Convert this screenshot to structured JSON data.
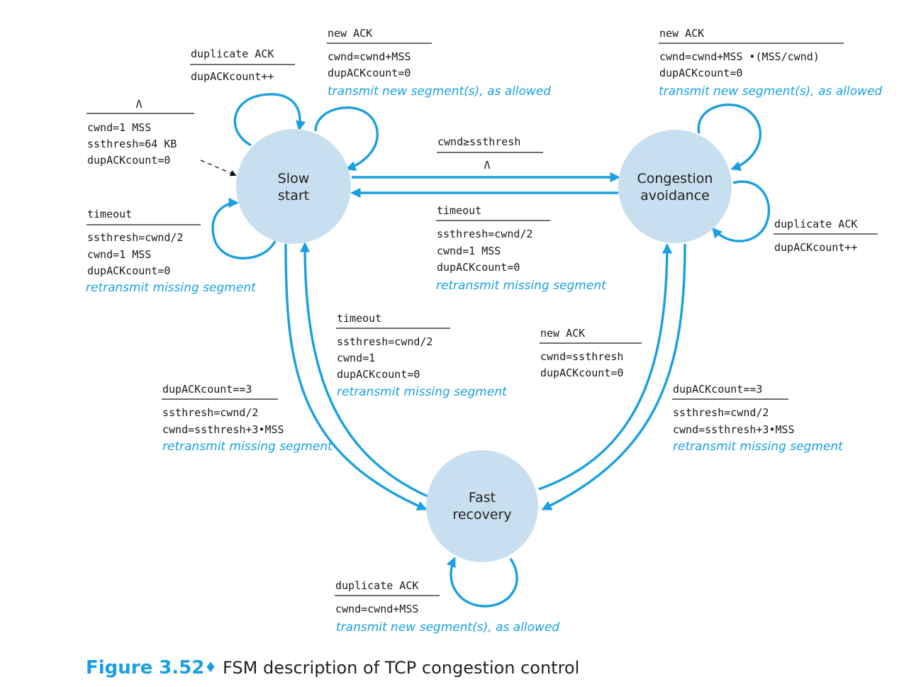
{
  "states": {
    "slow_start": {
      "line1": "Slow",
      "line2": "start"
    },
    "congestion_avoidance": {
      "line1": "Congestion",
      "line2": "avoidance"
    },
    "fast_recovery": {
      "line1": "Fast",
      "line2": "recovery"
    }
  },
  "init": {
    "event": "Λ",
    "actions": [
      "cwnd=1 MSS",
      "ssthresh=64 KB",
      "dupACKcount=0"
    ]
  },
  "ss_dup_ack": {
    "event": "duplicate ACK",
    "actions": [
      "dupACKcount++"
    ]
  },
  "ss_new_ack": {
    "event": "new ACK",
    "actions": [
      "cwnd=cwnd+MSS",
      "dupACKcount=0"
    ],
    "output": "transmit new segment(s), as allowed"
  },
  "ss_timeout": {
    "event": "timeout",
    "actions": [
      "ssthresh=cwnd/2",
      "cwnd=1 MSS",
      "dupACKcount=0"
    ],
    "output": "retransmit missing segment"
  },
  "ss_to_ca": {
    "event": "cwnd≥ssthresh",
    "action": "Λ"
  },
  "ca_to_ss_timeout": {
    "event": "timeout",
    "actions": [
      "ssthresh=cwnd/2",
      "cwnd=1 MSS",
      "dupACKcount=0"
    ],
    "output": "retransmit missing segment"
  },
  "ca_new_ack": {
    "event": "new ACK",
    "actions": [
      "cwnd=cwnd+MSS •(MSS/cwnd)",
      "dupACKcount=0"
    ],
    "output": "transmit new segment(s), as allowed"
  },
  "ca_dup_ack": {
    "event": "duplicate ACK",
    "actions": [
      "dupACKcount++"
    ]
  },
  "fr_to_ss_timeout": {
    "event": "timeout",
    "actions": [
      "ssthresh=cwnd/2",
      "cwnd=1",
      "dupACKcount=0"
    ],
    "output": "retransmit missing segment"
  },
  "fr_to_ca_new_ack": {
    "event": "new ACK",
    "actions": [
      "cwnd=ssthresh",
      "dupACKcount=0"
    ]
  },
  "ss_to_fr": {
    "event": "dupACKcount==3",
    "actions": [
      "ssthresh=cwnd/2",
      "cwnd=ssthresh+3•MSS"
    ],
    "output": "retransmit missing segment"
  },
  "ca_to_fr": {
    "event": "dupACKcount==3",
    "actions": [
      "ssthresh=cwnd/2",
      "cwnd=ssthresh+3•MSS"
    ],
    "output": "retransmit missing segment"
  },
  "fr_dup_ack": {
    "event": "duplicate ACK",
    "actions": [
      "cwnd=cwnd+MSS"
    ],
    "output": "transmit new segment(s), as allowed"
  },
  "caption": {
    "number": "Figure 3.52",
    "diamond": "♦",
    "text": "FSM description of TCP congestion control"
  },
  "colors": {
    "accent": "#1aa0e0",
    "state_fill": "#c8dff0",
    "text": "#1a1a1a"
  }
}
